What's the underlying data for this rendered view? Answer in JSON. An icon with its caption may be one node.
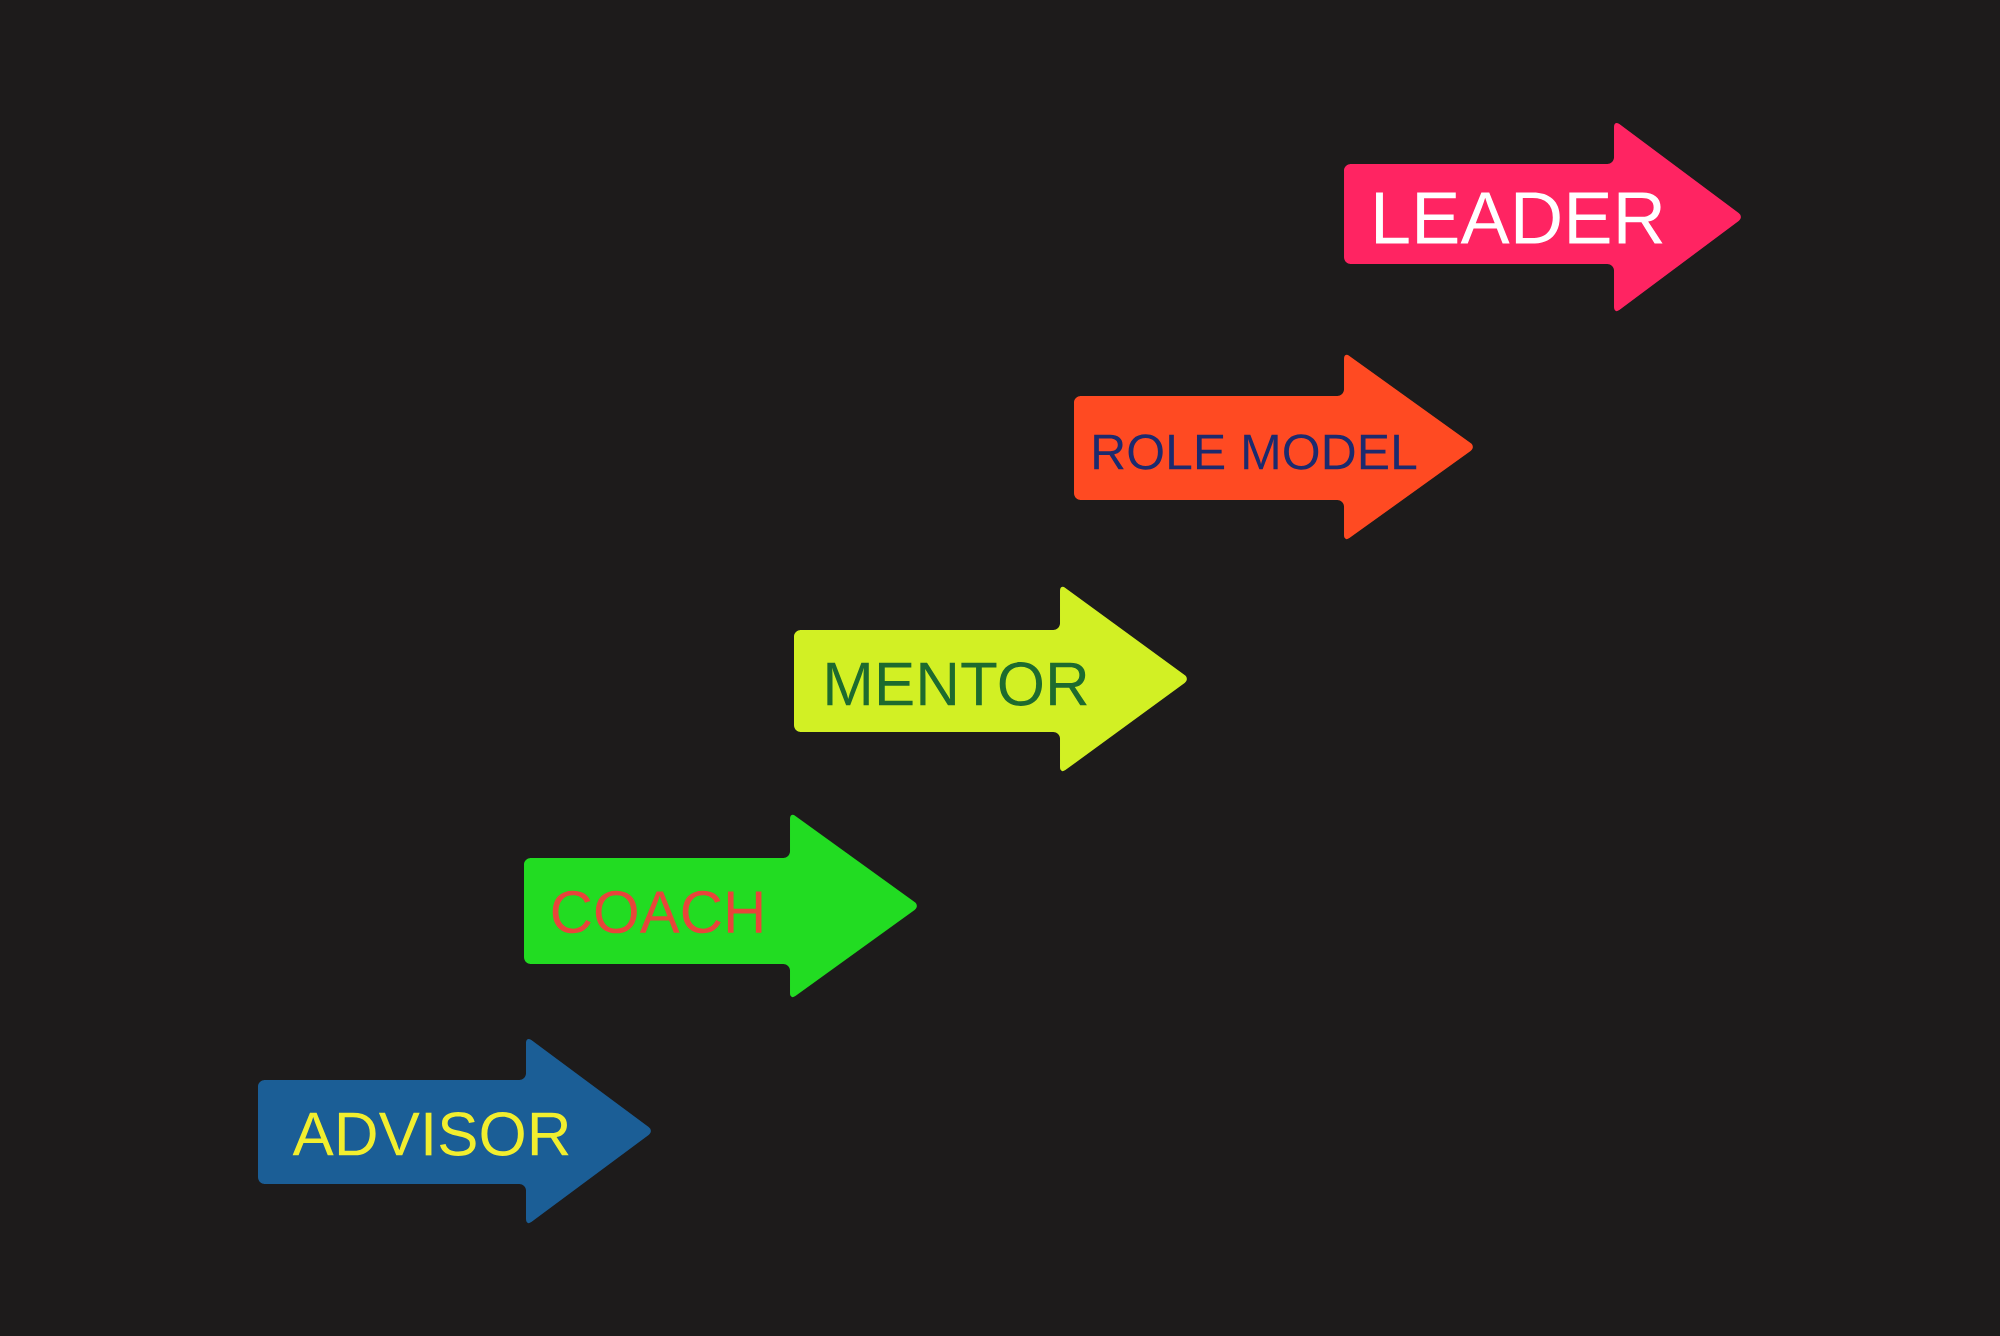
{
  "diagram": {
    "nodes": [
      {
        "text": [
          "ADVISOR"
        ]
      },
      {
        "text": [
          "COACH"
        ]
      },
      {
        "text": [
          "MENTOR"
        ]
      },
      {
        "text": [
          "ROLE MODEL"
        ]
      },
      {
        "text": [
          "LEADER"
        ]
      }
    ]
  }
}
